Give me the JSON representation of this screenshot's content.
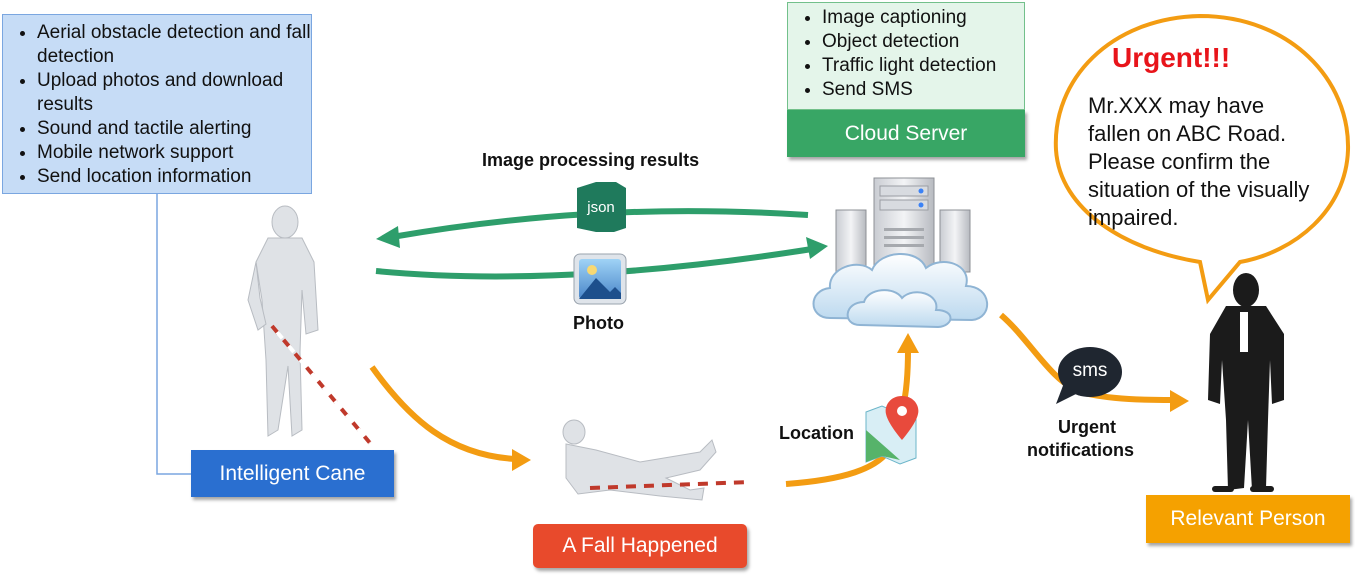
{
  "cane_features": [
    "Aerial obstacle detection and fall detection",
    "Upload photos and download results",
    "Sound and tactile alerting",
    "Mobile network  support",
    "Send location information"
  ],
  "cloud_features": [
    "Image captioning",
    "Object detection",
    "Traffic light detection",
    "Send SMS"
  ],
  "labels": {
    "cloud_server": "Cloud Server",
    "intelligent_cane": "Intelligent  Cane",
    "fall_happened": "A Fall Happened",
    "relevant_person": "Relevant Person"
  },
  "flow_labels": {
    "image_results": "Image processing results",
    "photo": "Photo",
    "location": "Location",
    "urgent_line1": "Urgent",
    "urgent_line2": "notifications"
  },
  "icons": {
    "json": "json",
    "sms": "sms"
  },
  "bubble": {
    "title": "Urgent!!!",
    "message": "Mr.XXX may have fallen on ABC Road. Please confirm the situation of the visually impaired."
  },
  "colors": {
    "green_arrow": "#2e9e6b",
    "orange_arrow": "#f39c12",
    "cloud_label": "#38a665",
    "cane_label": "#2a6fd0",
    "fall_label": "#e84a2c",
    "person_label": "#f5a100",
    "urgent_red": "#e8141a"
  }
}
